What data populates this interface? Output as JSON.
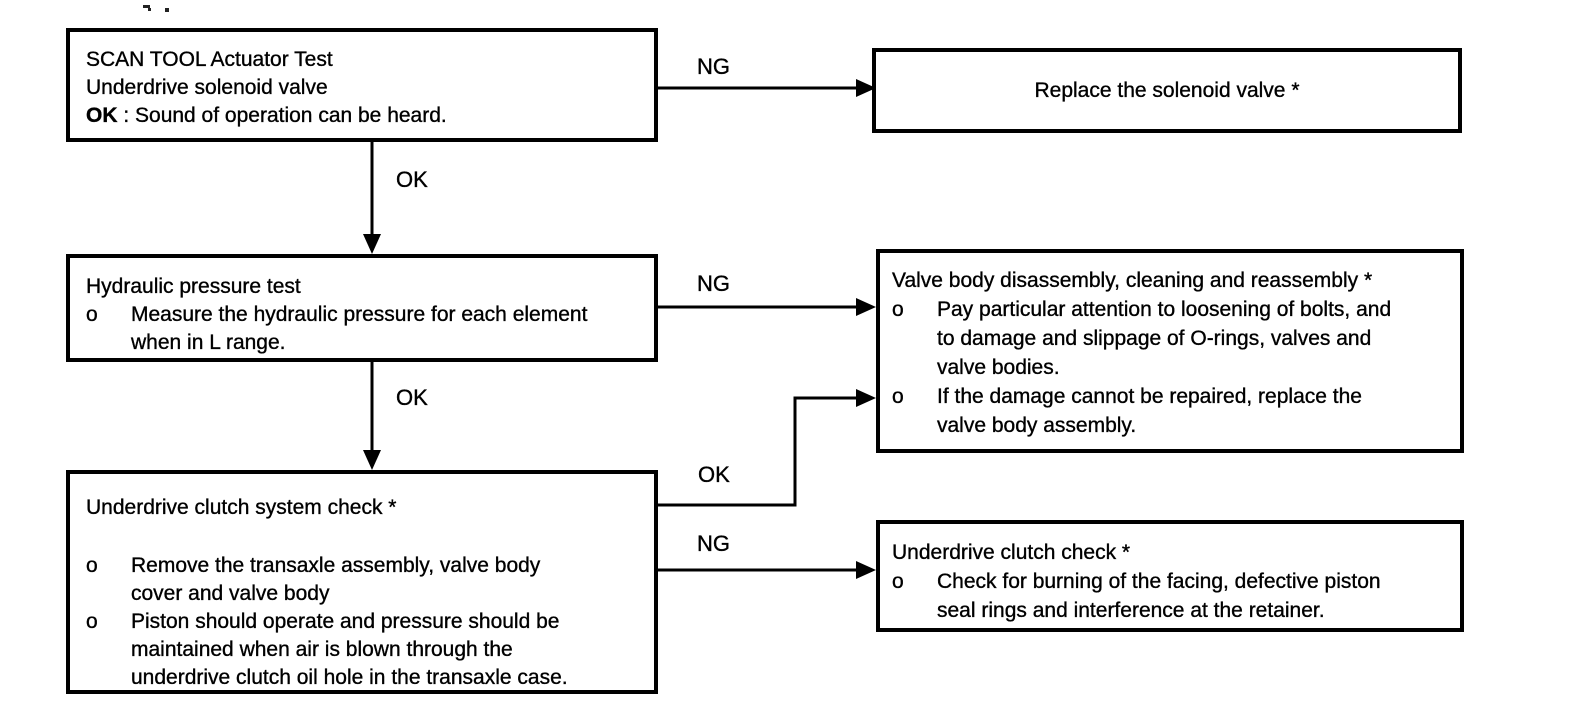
{
  "flowchart": {
    "colors": {
      "ink": "#000000",
      "paper": "#ffffff"
    },
    "bullet_marker": "o",
    "nodes": {
      "scan_tool_test": {
        "line1": "SCAN TOOL Actuator Test",
        "line2": "Underdrive solenoid valve",
        "result_label": "OK",
        "result_text": " : Sound of operation can be heard."
      },
      "replace_solenoid": {
        "title": "Replace the solenoid valve *"
      },
      "hydraulic_pressure_test": {
        "title": "Hydraulic pressure test",
        "bullets": [
          "Measure the hydraulic pressure for each element\nwhen in L range."
        ]
      },
      "valve_body_service": {
        "title": "Valve body disassembly, cleaning and reassembly *",
        "bullets": [
          "Pay particular attention to loosening of bolts, and\nto damage and slippage of O-rings, valves and\nvalve bodies.",
          "If the damage cannot be repaired, replace the\nvalve body assembly."
        ]
      },
      "underdrive_clutch_system_check": {
        "title": "Underdrive clutch system check *",
        "bullets": [
          "Remove the transaxle assembly, valve body\ncover and valve body",
          "Piston should operate and pressure should be\nmaintained when air is blown through the\nunderdrive clutch oil hole in the transaxle case."
        ]
      },
      "underdrive_clutch_check": {
        "title": "Underdrive clutch check *",
        "bullets": [
          "Check for burning of the facing, defective piston\nseal rings and interference at the retainer."
        ]
      }
    },
    "edge_labels": {
      "scan_ng": "NG",
      "scan_ok": "OK",
      "hydraulic_ng": "NG",
      "hydraulic_ok": "OK",
      "system_check_ok": "OK",
      "system_check_ng": "NG"
    }
  }
}
